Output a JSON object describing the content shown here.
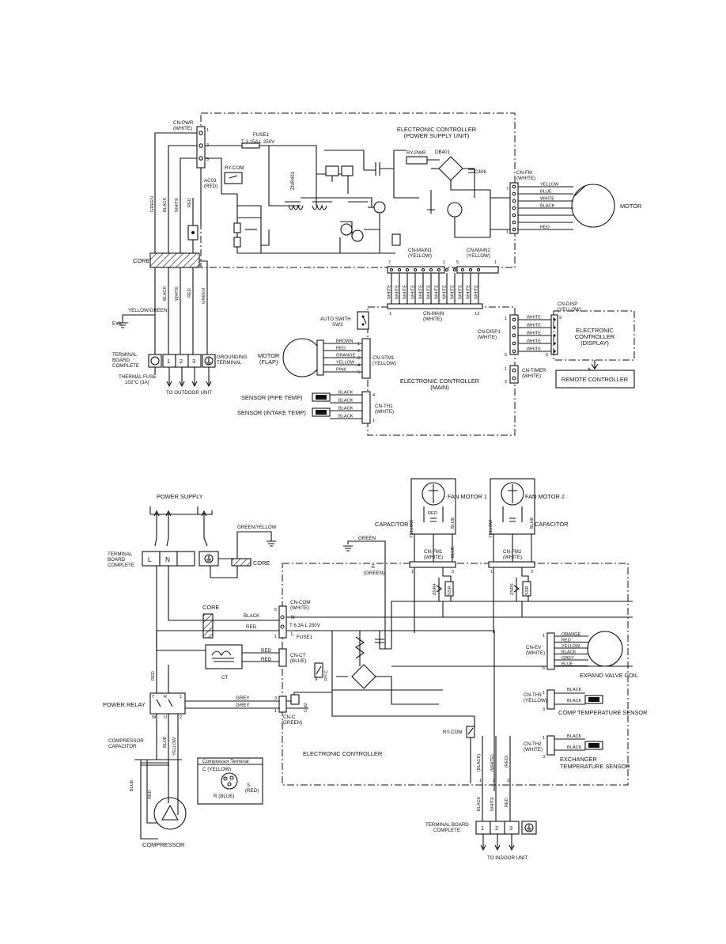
{
  "indoor": {
    "cn_pwr": "CN-PWR",
    "cn_pwr_color": "(WHITE)",
    "fuse1": "FUSE1",
    "fuse1_rating": "T 3.15A L 250V",
    "ec_psu_title": "ELECTRONIC CONTROLLER",
    "ec_psu_sub": "(POWER SUPPLY UNIT)",
    "ry_pwr": "RY-PWR",
    "db401": "DB401",
    "c406": "C406",
    "ry_com": "RY-COM",
    "znr401": "ZNR401",
    "ac03": "AC03",
    "ac03_color": "(RED)",
    "cn_fm": "CN-FM",
    "cn_fm_color": "(WHITE)",
    "motor_wires": [
      "YELLOW",
      "BLUE",
      "WHITE",
      "BLACK",
      "",
      "",
      "RED"
    ],
    "motor": "MOTOR",
    "pin_7": "7",
    "pin_1": "1",
    "wire_green": "GREEN",
    "wire_black": "BLACK",
    "wire_white": "WHITE",
    "wire_red": "RED",
    "core": "CORE",
    "yellow_green": "YELLOW/GREEN",
    "eva": "EVA",
    "cn_main1": "CN-MAIN1",
    "cn_main1_color": "(YELLOW)",
    "cn_main2": "CN-MAIN2",
    "cn_main2_color": "(YELLOW)",
    "main_pins": [
      "7",
      "1",
      "5",
      "1"
    ],
    "main_wire_label": "WHITE",
    "cn_main": "CN-MAIN",
    "cn_main_color": "(WHITE)",
    "cn_main_pin_a": "1",
    "cn_main_pin_b": "12",
    "auto_switch": "AUTO SWITH",
    "sw3": "SW3",
    "cn_disp": "CN-DISP",
    "cn_disp_color": "(YELLOW)",
    "cn_disp1": "CN-DISP1",
    "cn_disp1_color": "(WHITE)",
    "disp_wires": [
      "WHITE",
      "WHITE",
      "WHITE",
      "WHITE",
      "WHITE"
    ],
    "disp_pin_top": "9",
    "disp_pin_bot": "5",
    "disp_pin_top_r": "5",
    "disp_pin_bot_r": "1",
    "ec_display_1": "ELECTRONIC",
    "ec_display_2": "CONTROLLER",
    "ec_display_3": "(DISPLAY)",
    "stm_wires": [
      "BROWN",
      "RED",
      "ORANGE",
      "YELLOW",
      "PINK"
    ],
    "stm_pins": [
      "1",
      "2",
      "3",
      "4",
      "5"
    ],
    "cn_stm1": "CN-STM1",
    "cn_stm1_color": "(YELLOW)",
    "motor_flap": "MOTOR",
    "motor_flap_sub": "(FLAP)",
    "terminal_board": [
      "TERMINAL",
      "BOARD",
      "COMPLETE"
    ],
    "terminals": [
      "1",
      "2",
      "3"
    ],
    "grounding_terminal": [
      "GROUNDING",
      "TERMINAL"
    ],
    "thermal_fuse": "THERMAL FUSE",
    "thermal_fuse_rating": "102°C (3A)",
    "to_outdoor": "TO OUTDOOR UNIT",
    "ec_main_title": "ELECTRONIC CONTROLLER",
    "ec_main_sub": "(MAIN)",
    "cn_timer": "CN-TIMER",
    "cn_timer_color": "(WHITE)",
    "timer_pins": [
      "1",
      "2"
    ],
    "remote_controller": "REMOTE CONTROLLER",
    "sensor_pipe": "SENSOR (PIPE TEMP)",
    "sensor_intake": "SENSOR (INTAKE TEMP)",
    "sensor_wires": [
      "BLACK",
      "BLACK",
      "BLACK",
      "BLACK"
    ],
    "cn_th1": "CN-TH1",
    "cn_th1_color": "(WHITE)",
    "th1_pins": [
      "4",
      "1"
    ]
  },
  "outdoor": {
    "power_supply": "POWER SUPPLY",
    "green_yellow": "GREEN/YELLOW",
    "terminal_board": [
      "TERMINAL",
      "BOARD",
      "COMPLETE"
    ],
    "tb_L": "L",
    "tb_N": "N",
    "core_top": "CORE",
    "core_mid": "CORE",
    "green": "GREEN",
    "e_green_1": "E",
    "e_green_2": "(GREEN)",
    "fan_motor_1": "FAN MOTOR 1",
    "fan_motor_2": "FAN MOTOR 2",
    "capacitor_1": "CAPACITOR",
    "capacitor_2": "CAPACITOR",
    "fm_wires": [
      "YELLOW",
      "RED",
      "BLUE"
    ],
    "cn_fm1": "CN-FM1",
    "cn_fm1_color": "(WHITE)",
    "cn_fm2": "CN-FM2",
    "cn_fm2_color": "(WHITE)",
    "fm_pins": [
      "1",
      "3"
    ],
    "znr_a": "ZNR4",
    "znr_b": "ZNR5",
    "ssr_a": "SSR",
    "ssr_b": "SSR",
    "cn_com": "CN-COM",
    "cn_com_color": "(WHITE)",
    "com_N": "N",
    "com_L": "L",
    "com_pins": [
      "5",
      "1"
    ],
    "black": "BLACK",
    "red": "RED",
    "fuse_rating": "T 6.3A L 250V",
    "fuse1": "FUSE1",
    "ct": "CT",
    "ct_wires": [
      "RED",
      "RED"
    ],
    "cn_ct": "CN-CT",
    "cn_ct_color": "(BLUE)",
    "ry_c": "RY-C",
    "power_relay": "POWER RELAY",
    "relay_pins": [
      "T",
      "R",
      "1",
      "W",
      "U",
      "2"
    ],
    "grey": "GREY",
    "cm2": "CM2",
    "cn_c": "CN-C",
    "cn_c_color": "(GREEN)",
    "cn_c_pins": [
      "3",
      "1"
    ],
    "red_vert": "RED",
    "blue_vert": "BLUE",
    "yellow_vert": "YELLOW",
    "cn_ev": "CN-EV",
    "cn_ev_color": "(WHITE)",
    "ev_wires": [
      "ORANGE",
      "RED",
      "YELLOW",
      "BLACK",
      "GREY",
      "BLUE"
    ],
    "ev_pins": [
      "1",
      "6"
    ],
    "expand_valve": "EXPAND VALVE COIL",
    "cn_th3": "CN-TH3",
    "cn_th3_color": "(YELLOW)",
    "th3_wires": [
      "BLACK",
      "BLACK"
    ],
    "th3_pins": [
      "1",
      "3"
    ],
    "comp_sensor": "COMP TEMPERATURE SENSOR",
    "ry_com": "RY-COM",
    "cn_th2": "CN-TH2",
    "cn_th2_color": "(WHITE)",
    "th2_wires": [
      "BLACK",
      "BLACK"
    ],
    "th2_pins": [
      "1",
      "3"
    ],
    "exch_sensor_1": "EXCHANGER",
    "exch_sensor_2": "TEMPERATURE SENSOR",
    "ec_title": "ELECTRONIC CONTROLLER",
    "compressor_capacitor_1": "COMPRESSOR",
    "compressor_capacitor_2": "CAPACITOR",
    "comp_terminal_title": "Compressor Terminal",
    "comp_c": "C (YELLOW)",
    "comp_s": "S",
    "comp_s2": "(RED)",
    "comp_r": "R (BLUE)",
    "compressor": "COMPRESSOR",
    "vert_black": "(BLACK)",
    "vert_white": "(WHITE)",
    "vert_red": "(RED)",
    "lower_wires": [
      "BLACK",
      "WHITE",
      "RED"
    ],
    "lower_pins": [
      "1",
      "2",
      "3"
    ],
    "tb_bottom": [
      "TERMINAL BOARD",
      "COMPLETE"
    ],
    "tb_bottom_terms": [
      "1",
      "2",
      "3"
    ],
    "to_indoor": "TO INDOOR UNIT"
  }
}
